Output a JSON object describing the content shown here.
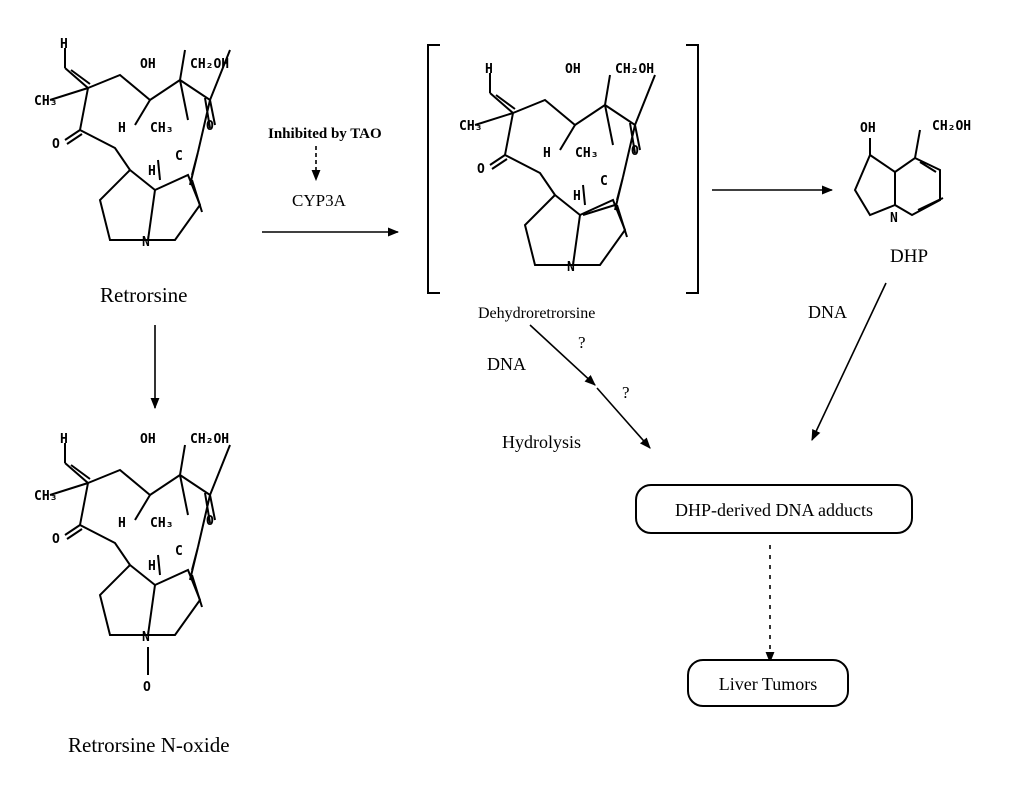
{
  "compounds": {
    "retrorsine": "Retrorsine",
    "retrorsine_n_oxide": "Retrorsine N-oxide",
    "dehydroretrorsine": "Dehydroretrorsine",
    "dhp": "DHP"
  },
  "reaction_labels": {
    "inhibited": "Inhibited by TAO",
    "enzyme": "CYP3A",
    "dna_left": "DNA",
    "question_1": "?",
    "question_2": "?",
    "hydrolysis": "Hydrolysis",
    "dna_right": "DNA"
  },
  "boxes": {
    "adducts": "DHP-derived DNA adducts",
    "tumors": "Liver Tumors"
  },
  "atoms": {
    "H": "H",
    "OH": "OH",
    "CH2OH": "CH₂OH",
    "CH3": "CH₃",
    "O": "O",
    "N": "N",
    "C": "C"
  }
}
